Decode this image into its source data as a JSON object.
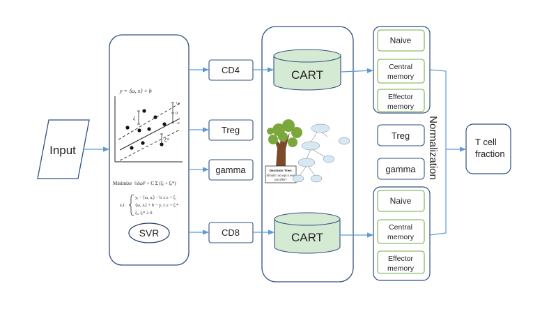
{
  "input_label": "Input",
  "svr": {
    "label": "SVR",
    "equation_top": "y = ⟨ω, x⟩ + b",
    "eps_plus": "+ε",
    "eps_zero": "0",
    "eps_minus": "−ε",
    "xi": "ξ",
    "xi_star": "ξ*",
    "minimize_word": "Minimize",
    "objective": "½‖ω‖² + C Σ (ξᵢ + ξᵢ*)",
    "st_word": "s.t.",
    "constraint_1": "yᵢ − ⟨ω, xᵢ⟩ − b ≤ ε + ξᵢ",
    "constraint_2": "⟨ω, xᵢ⟩ + b − yᵢ ≤ ε + ξᵢ*",
    "constraint_3": "ξᵢ, ξᵢ* ≥ 0"
  },
  "svr_outputs": {
    "cd4": "CD4",
    "treg": "Treg",
    "gamma": "gamma",
    "cd8": "CD8"
  },
  "cart": {
    "top_label": "CART",
    "bottom_label": "CART",
    "decision_tree_caption_1": "Decision Tree:",
    "decision_tree_caption_2": "Should I accept a new",
    "decision_tree_caption_3": "job offer?"
  },
  "cd4_subsets": {
    "naive": "Naive",
    "central_1": "Central",
    "central_2": "memory",
    "effector_1": "Effector",
    "effector_2": "memory"
  },
  "middle_outputs": {
    "treg": "Treg",
    "gamma": "gamma"
  },
  "cd8_subsets": {
    "naive": "Naive",
    "central_1": "Central",
    "central_2": "memory",
    "effector_1": "Effector",
    "effector_2": "memory"
  },
  "normalization_label": "Normalization",
  "result": {
    "line_1": "T cell",
    "line_2": "fraction"
  },
  "colors": {
    "arrow": "#5b9bd5",
    "container_border": "#2f4f7f",
    "svr_box_border": "#1f3864",
    "subset_border": "#70ad47",
    "cart_fill": "#d5ead3",
    "tree_leaf": "#7aa83a",
    "tree_trunk": "#7a4a2a"
  }
}
